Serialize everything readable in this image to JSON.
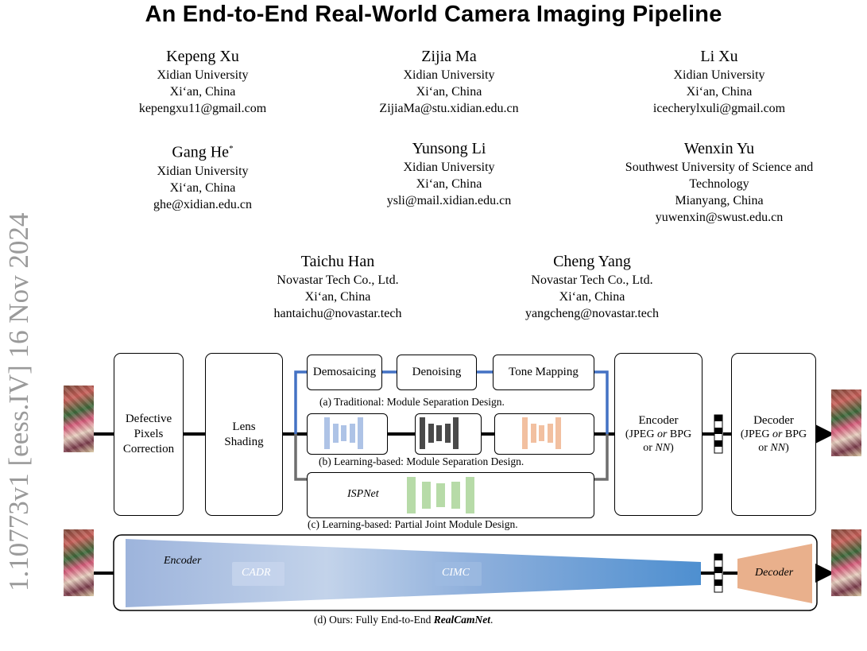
{
  "title": "An End-to-End Real-World Camera Imaging Pipeline",
  "arxiv_id": "1.10773v1  [eess.IV]  16 Nov 2024",
  "authors": [
    {
      "name": "Kepeng Xu",
      "aff1": "Xidian University",
      "aff2": "Xi‘an, China",
      "email": "kepengxu11@gmail.com"
    },
    {
      "name": "Zijia Ma",
      "aff1": "Xidian University",
      "aff2": "Xi‘an, China",
      "email": "ZijiaMa@stu.xidian.edu.cn"
    },
    {
      "name": "Li Xu",
      "aff1": "Xidian University",
      "aff2": "Xi‘an, China",
      "email": "icecherylxuli@gmail.com"
    },
    {
      "name": "Gang He",
      "mark": "*",
      "aff1": "Xidian University",
      "aff2": "Xi‘an, China",
      "email": "ghe@xidian.edu.cn"
    },
    {
      "name": "Yunsong Li",
      "aff1": "Xidian University",
      "aff2": "Xi‘an, China",
      "email": "ysli@mail.xidian.edu.cn"
    },
    {
      "name": "Wenxin Yu",
      "aff1": "Southwest University of Science and",
      "aff1b": "Technology",
      "aff2": "Mianyang, China",
      "email": "yuwenxin@swust.edu.cn"
    },
    {
      "name": "Taichu Han",
      "aff1": "Novastar Tech Co., Ltd.",
      "aff2": "Xi‘an, China",
      "email": "hantaichu@novastar.tech"
    },
    {
      "name": "Cheng Yang",
      "aff1": "Novastar Tech Co., Ltd.",
      "aff2": "Xi‘an, China",
      "email": "yangcheng@novastar.tech"
    }
  ],
  "figure": {
    "dpc": [
      "Defective",
      "Pixels",
      "Correction"
    ],
    "lens": [
      "Lens",
      "Shading"
    ],
    "demosaicing": "Demosaicing",
    "denoising": "Denoising",
    "tone_mapping": "Tone Mapping",
    "cap_a": "(a) Traditional: Module Separation Design.",
    "cap_b": "(b) Learning-based: Module Separation Design.",
    "ispnet": "ISPNet",
    "cap_c": "(c) Learning-based: Partial Joint Module Design.",
    "encoder_title": "Encoder",
    "encoder_sub1": "(JPEG ",
    "or": "or",
    "encoder_sub2": " BPG",
    "or_nn_prefix": "or ",
    "nn": "NN",
    "close_paren": ")",
    "decoder_title": "Decoder",
    "ours_encoder": "Encoder",
    "cadr": "CADR",
    "cimc": "CIMC",
    "ours_decoder": "Decoder",
    "cap_d_prefix": "(d) Ours: Fully End-to-End ",
    "cap_d_name": "RealCamNet",
    "cap_d_suffix": ".",
    "colors": {
      "blue_line": "#4472c4",
      "gray_line": "#6e6e6e",
      "bar_blue": "#aec3e6",
      "bar_dark": "#4a4a4a",
      "bar_orange": "#f2c0a0",
      "bar_green": "#b7dba8",
      "decoder_fill": "#e9b08c"
    }
  }
}
